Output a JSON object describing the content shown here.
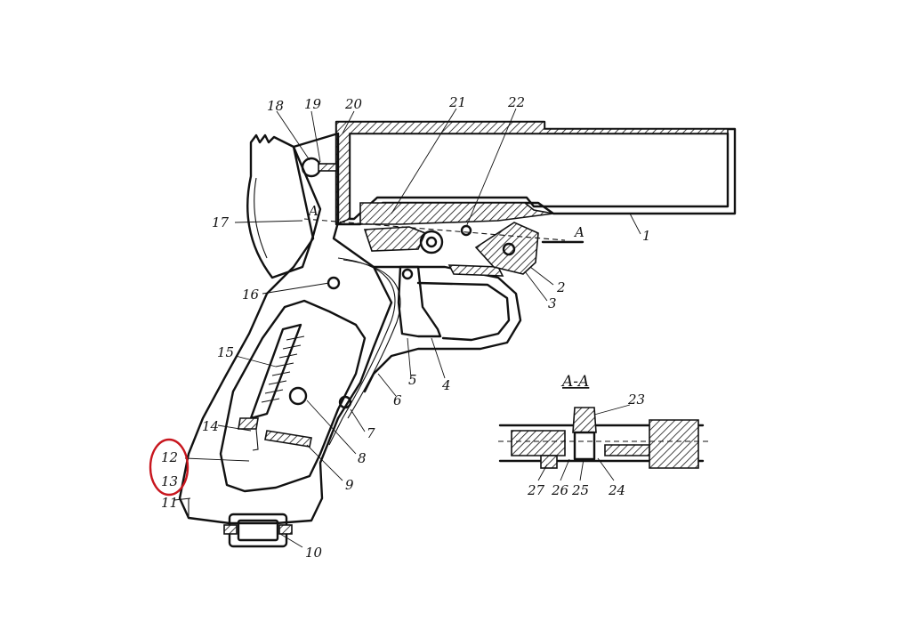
{
  "diagram": {
    "section_title": "A-A",
    "section_mark": "A",
    "highlight_color": "#c8161e",
    "labels": {
      "l1": "1",
      "l2": "2",
      "l3": "3",
      "l4": "4",
      "l5": "5",
      "l6": "6",
      "l7": "7",
      "l8": "8",
      "l9": "9",
      "l10": "10",
      "l11": "11",
      "l12": "12",
      "l13": "13",
      "l14": "14",
      "l15": "15",
      "l16": "16",
      "l17": "17",
      "l18": "18",
      "l19": "19",
      "l20": "20",
      "l21": "21",
      "l22": "22",
      "l23": "23",
      "l24": "24",
      "l25": "25",
      "l26": "26",
      "l27": "27"
    }
  }
}
